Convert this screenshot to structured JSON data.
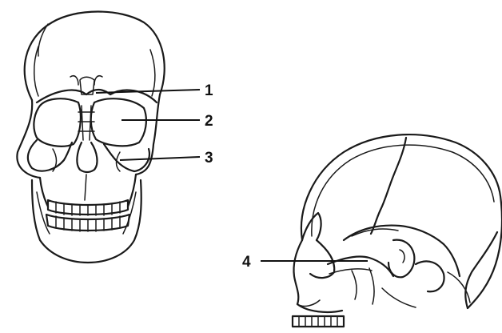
{
  "figure": {
    "views": [
      "front-skull",
      "side-skull"
    ],
    "labels": [
      {
        "id": "1",
        "text": "1"
      },
      {
        "id": "2",
        "text": "2"
      },
      {
        "id": "3",
        "text": "3"
      },
      {
        "id": "4",
        "text": "4"
      }
    ]
  }
}
